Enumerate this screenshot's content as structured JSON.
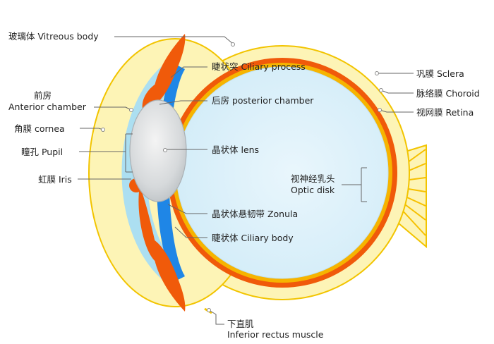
{
  "labels": {
    "vitreous": "玻璃体 Vitreous body",
    "ciliary_process": "睫状突  Ciliary process",
    "anterior_cn": "前房",
    "anterior_en": "Anterior chamber",
    "posterior": "后房 posterior chamber",
    "cornea": "角膜 cornea",
    "pupil": "瞳孔 Pupil",
    "lens": "晶状体 lens",
    "iris": "虹膜 Iris",
    "optic_cn": "视神经乳头",
    "optic_en": "Optic disk",
    "zonula": "晶状体悬韧带 Zonula",
    "ciliary_body": "睫状体 Ciliary body",
    "rectus_cn": "下直肌",
    "rectus_en": "Inferior rectus muscle",
    "sclera": "巩膜 Sclera",
    "choroid": "脉络膜 Choroid",
    "retina": "视网膜 Retina"
  },
  "colors": {
    "sclera_fill": "#fdf4b6",
    "sclera_edge": "#f2c400",
    "choroid": "#f05a0a",
    "retina": "#f6b400",
    "vitreous": "#dff1fb",
    "vitreous_edge": "#bfe2f3",
    "anterior_chamber": "#a8ddf4",
    "zonula": "#1f86e6",
    "ciliary_body": "#f05a0a",
    "lens": "#c9cdd0",
    "leader": "#666666"
  }
}
